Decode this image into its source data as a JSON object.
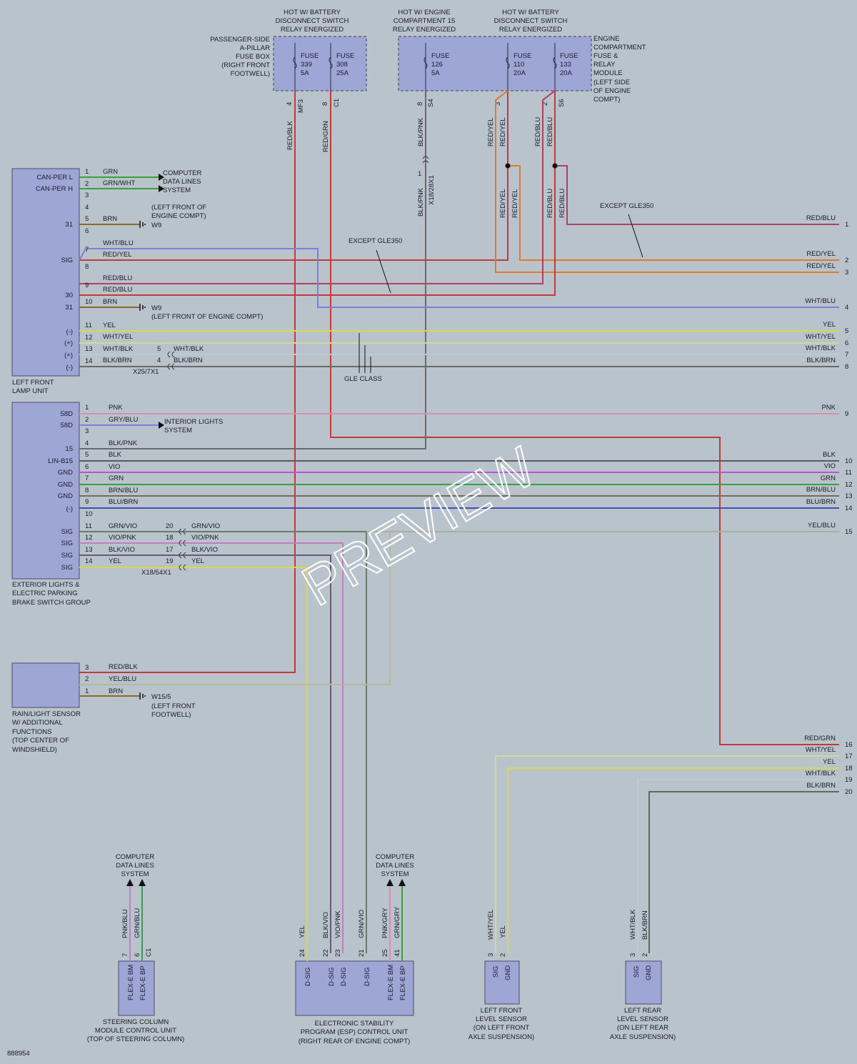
{
  "diagram_id": "888954",
  "watermark": "PREVIEW",
  "colors": {
    "background": "#b9c3cc",
    "component": "#9ea6d6",
    "RED": "#c43a3a",
    "YEL": "#d8d84a",
    "GRN": "#3aa03a",
    "VIO": "#b34fd0",
    "BLU": "#5b64c8",
    "BLK": "#5a5a5a",
    "BRN": "#8a6a2a",
    "PNK": "#d890b0",
    "ORG": "#e07b2a",
    "WHT": "#e8e8e8",
    "GRY": "#a0a0a0"
  },
  "top_labels": {
    "hot_battery_1": [
      "HOT W/ BATTERY",
      "DISCONNECT SWITCH",
      "RELAY ENERGIZED"
    ],
    "hot_engine": [
      "HOT W/ ENGINE",
      "COMPARTMENT 15",
      "RELAY ENERGIZED"
    ],
    "hot_battery_2": [
      "HOT W/ BATTERY",
      "DISCONNECT SWITCH",
      "RELAY ENERGIZED"
    ],
    "passenger_fusebox": [
      "PASSENGER-SIDE",
      "A-PILLAR",
      "FUSE BOX",
      "(RIGHT FRONT",
      "FOOTWELL)"
    ],
    "engine_fusebox": [
      "ENGINE",
      "COMPARTMENT",
      "FUSE &",
      "RELAY",
      "MODULE",
      "(LEFT SIDE",
      "OF ENGINE",
      "COMPT)"
    ]
  },
  "fuses": [
    {
      "name": "FUSE",
      "num": "339",
      "amp": "5A",
      "pin": "4",
      "conn": "MF3"
    },
    {
      "name": "FUSE",
      "num": "308",
      "amp": "25A",
      "pin": "8",
      "conn": "C1"
    },
    {
      "name": "FUSE",
      "num": "126",
      "amp": "5A",
      "pin": "8",
      "conn": "S4"
    },
    {
      "name": "FUSE",
      "num": "110",
      "amp": "20A",
      "pin": "3",
      "conn": ""
    },
    {
      "name": "FUSE",
      "num": "133",
      "amp": "20A",
      "pin": "2",
      "conn": "S6"
    }
  ],
  "vertical_labels": {
    "red_blk": "RED/BLK",
    "red_grn": "RED/GRN",
    "blk_pnk_1": "BLK/PNK",
    "blk_pnk_2": "BLK/PNK",
    "x18_28": "X18/28X1",
    "pin_1": "1",
    "red_yel": "RED/YEL",
    "red_blu": "RED/BLU"
  },
  "annotations": {
    "except_1": "EXCEPT GLE350",
    "except_2": "EXCEPT GLE350",
    "gle_class": "GLE CLASS"
  },
  "left_front_lamp": {
    "name": [
      "LEFT FRONT",
      "LAMP UNIT"
    ],
    "pin_labels": [
      {
        "pin": "1",
        "label": "CAN-PER L",
        "wire": "GRN"
      },
      {
        "pin": "2",
        "label": "CAN-PER H",
        "wire": "GRN/WHT"
      },
      {
        "pin": "3",
        "label": "",
        "wire": ""
      },
      {
        "pin": "4",
        "label": "",
        "wire": ""
      },
      {
        "pin": "5",
        "label": "31",
        "wire": "BRN"
      },
      {
        "pin": "6",
        "label": "",
        "wire": ""
      },
      {
        "pin": "7",
        "label": "SIG",
        "wire": "WHT/BLU"
      },
      {
        "pin": "8",
        "label": "",
        "wire": "RED/YEL"
      },
      {
        "pin": "9",
        "label": "30",
        "wire": "RED/BLU"
      },
      {
        "pin": "9",
        "label": "",
        "wire": "RED/BLU"
      },
      {
        "pin": "10",
        "label": "31",
        "wire": "BRN"
      },
      {
        "pin": "11",
        "label": "(-)",
        "wire": "YEL"
      },
      {
        "pin": "12",
        "label": "(+)",
        "wire": "WHT/YEL"
      },
      {
        "pin": "13",
        "label": "(+)",
        "wire": "WHT/BLK"
      },
      {
        "pin": "14",
        "label": "(-)",
        "wire": "BLK/BRN"
      }
    ],
    "data_lines": [
      "COMPUTER",
      "DATA LINES",
      "SYSTEM"
    ],
    "ground_1": "W9",
    "ground_1_loc": [
      "(LEFT FRONT OF",
      "ENGINE COMPT)"
    ],
    "ground_2": "W9",
    "ground_2_loc": "(LEFT FRONT OF ENGINE COMPT)",
    "x25": "X25/7X1",
    "x25_pins": [
      {
        "pin": "5",
        "wire": "WHT/BLK"
      },
      {
        "pin": "4",
        "wire": "BLK/BRN"
      }
    ]
  },
  "ext_lights": {
    "name": [
      "EXTERIOR LIGHTS &",
      "ELECTRIC PARKING",
      "BRAKE SWITCH GROUP"
    ],
    "pins": [
      {
        "pin": "1",
        "label": "58D",
        "wire": "PNK"
      },
      {
        "pin": "2",
        "label": "58D",
        "wire": "GRY/BLU"
      },
      {
        "pin": "3",
        "label": "",
        "wire": ""
      },
      {
        "pin": "4",
        "label": "15",
        "wire": "BLK/PNK"
      },
      {
        "pin": "5",
        "label": "LIN-B15",
        "wire": "BLK"
      },
      {
        "pin": "6",
        "label": "GND",
        "wire": "VIO"
      },
      {
        "pin": "7",
        "label": "GND",
        "wire": "GRN"
      },
      {
        "pin": "8",
        "label": "GND",
        "wire": "BRN/BLU"
      },
      {
        "pin": "9",
        "label": "(-)",
        "wire": "BLU/BRN"
      },
      {
        "pin": "10",
        "label": "",
        "wire": ""
      },
      {
        "pin": "11",
        "label": "SIG",
        "wire": "GRN/VIO"
      },
      {
        "pin": "12",
        "label": "SIG",
        "wire": "VIO/PNK"
      },
      {
        "pin": "13",
        "label": "SIG",
        "wire": "BLK/VIO"
      },
      {
        "pin": "14",
        "label": "SIG",
        "wire": "YEL"
      }
    ],
    "interior": [
      "INTERIOR LIGHTS",
      "SYSTEM"
    ],
    "x18_54": "X18/54X1",
    "x18_pins": [
      {
        "pin": "20",
        "wire": "GRN/VIO"
      },
      {
        "pin": "18",
        "wire": "VIO/PNK"
      },
      {
        "pin": "17",
        "wire": "BLK/VIO"
      },
      {
        "pin": "19",
        "wire": "YEL"
      }
    ]
  },
  "rain_sensor": {
    "name": [
      "RAIN/LIGHT SENSOR",
      "W/ ADDITIONAL",
      "FUNCTIONS",
      "(TOP CENTER OF",
      "WINDSHIELD)"
    ],
    "pins": [
      {
        "pin": "3",
        "wire": "RED/BLK"
      },
      {
        "pin": "2",
        "wire": "YEL/BLU"
      },
      {
        "pin": "1",
        "wire": "BRN"
      }
    ],
    "ground": "W15/5",
    "ground_loc": [
      "(LEFT FRONT",
      "FOOTWELL)"
    ]
  },
  "right_edge": [
    {
      "num": "1",
      "wire": "RED/BLU"
    },
    {
      "num": "2",
      "wire": "RED/YEL"
    },
    {
      "num": "3",
      "wire": "RED/YEL"
    },
    {
      "num": "4",
      "wire": "WHT/BLU"
    },
    {
      "num": "5",
      "wire": "YEL"
    },
    {
      "num": "6",
      "wire": "WHT/YEL"
    },
    {
      "num": "7",
      "wire": "WHT/BLK"
    },
    {
      "num": "8",
      "wire": "BLK/BRN"
    },
    {
      "num": "9",
      "wire": "PNK"
    },
    {
      "num": "10",
      "wire": "BLK"
    },
    {
      "num": "11",
      "wire": "VIO"
    },
    {
      "num": "12",
      "wire": "GRN"
    },
    {
      "num": "13",
      "wire": "BRN/BLU"
    },
    {
      "num": "14",
      "wire": "BLU/BRN"
    },
    {
      "num": "15",
      "wire": "YEL/BLU"
    },
    {
      "num": "16",
      "wire": "RED/GRN"
    },
    {
      "num": "17",
      "wire": "WHT/YEL"
    },
    {
      "num": "18",
      "wire": "YEL"
    },
    {
      "num": "19",
      "wire": "WHT/BLK"
    },
    {
      "num": "20",
      "wire": "BLK/BRN"
    }
  ],
  "bottom": {
    "data_lines_1": [
      "COMPUTER",
      "DATA LINES",
      "SYSTEM"
    ],
    "data_lines_2": [
      "COMPUTER",
      "DATA LINES",
      "SYSTEM"
    ],
    "steering": {
      "name": [
        "STEERING COLUMN",
        "MODULE CONTROL UNIT",
        "(TOP OF STEERING COLUMN)"
      ],
      "wires": [
        {
          "pin": "7",
          "wire": "PNK/BLU",
          "sig": "FLEX-E BM"
        },
        {
          "pin": "6",
          "wire": "GRN/BLU",
          "sig": "FLEX-E BP"
        }
      ],
      "conn": "C1"
    },
    "esp": {
      "name": [
        "ELECTRONIC STABILITY",
        "PROGRAM (ESP) CONTROL UNIT",
        "(RIGHT REAR OF ENGINE COMPT)"
      ],
      "wires": [
        {
          "pin": "24",
          "wire": "YEL",
          "sig": "D-SIG"
        },
        {
          "pin": "22",
          "wire": "BLK/VIO",
          "sig": "D-SIG"
        },
        {
          "pin": "23",
          "wire": "VIO/PNK",
          "sig": "D-SIG"
        },
        {
          "pin": "21",
          "wire": "GRN/VIO",
          "sig": "D-SIG"
        },
        {
          "pin": "25",
          "wire": "PNK/GRY",
          "sig": "FLEX-E BM"
        },
        {
          "pin": "41",
          "wire": "GRN/GRY",
          "sig": "FLEX-E BP"
        }
      ]
    },
    "lf_level": {
      "name": [
        "LEFT FRONT",
        "LEVEL SENSOR",
        "(ON LEFT FRONT",
        "AXLE SUSPENSION)"
      ],
      "wires": [
        {
          "pin": "3",
          "wire": "WHT/YEL",
          "sig": "SIG"
        },
        {
          "pin": "2",
          "wire": "YEL",
          "sig": "GND"
        }
      ]
    },
    "lr_level": {
      "name": [
        "LEFT REAR",
        "LEVEL SENSOR",
        "(ON LEFT REAR",
        "AXLE SUSPENSION)"
      ],
      "wires": [
        {
          "pin": "3",
          "wire": "WHT/BLK",
          "sig": "SIG"
        },
        {
          "pin": "2",
          "wire": "BLK/BRN",
          "sig": "GND"
        }
      ]
    }
  }
}
